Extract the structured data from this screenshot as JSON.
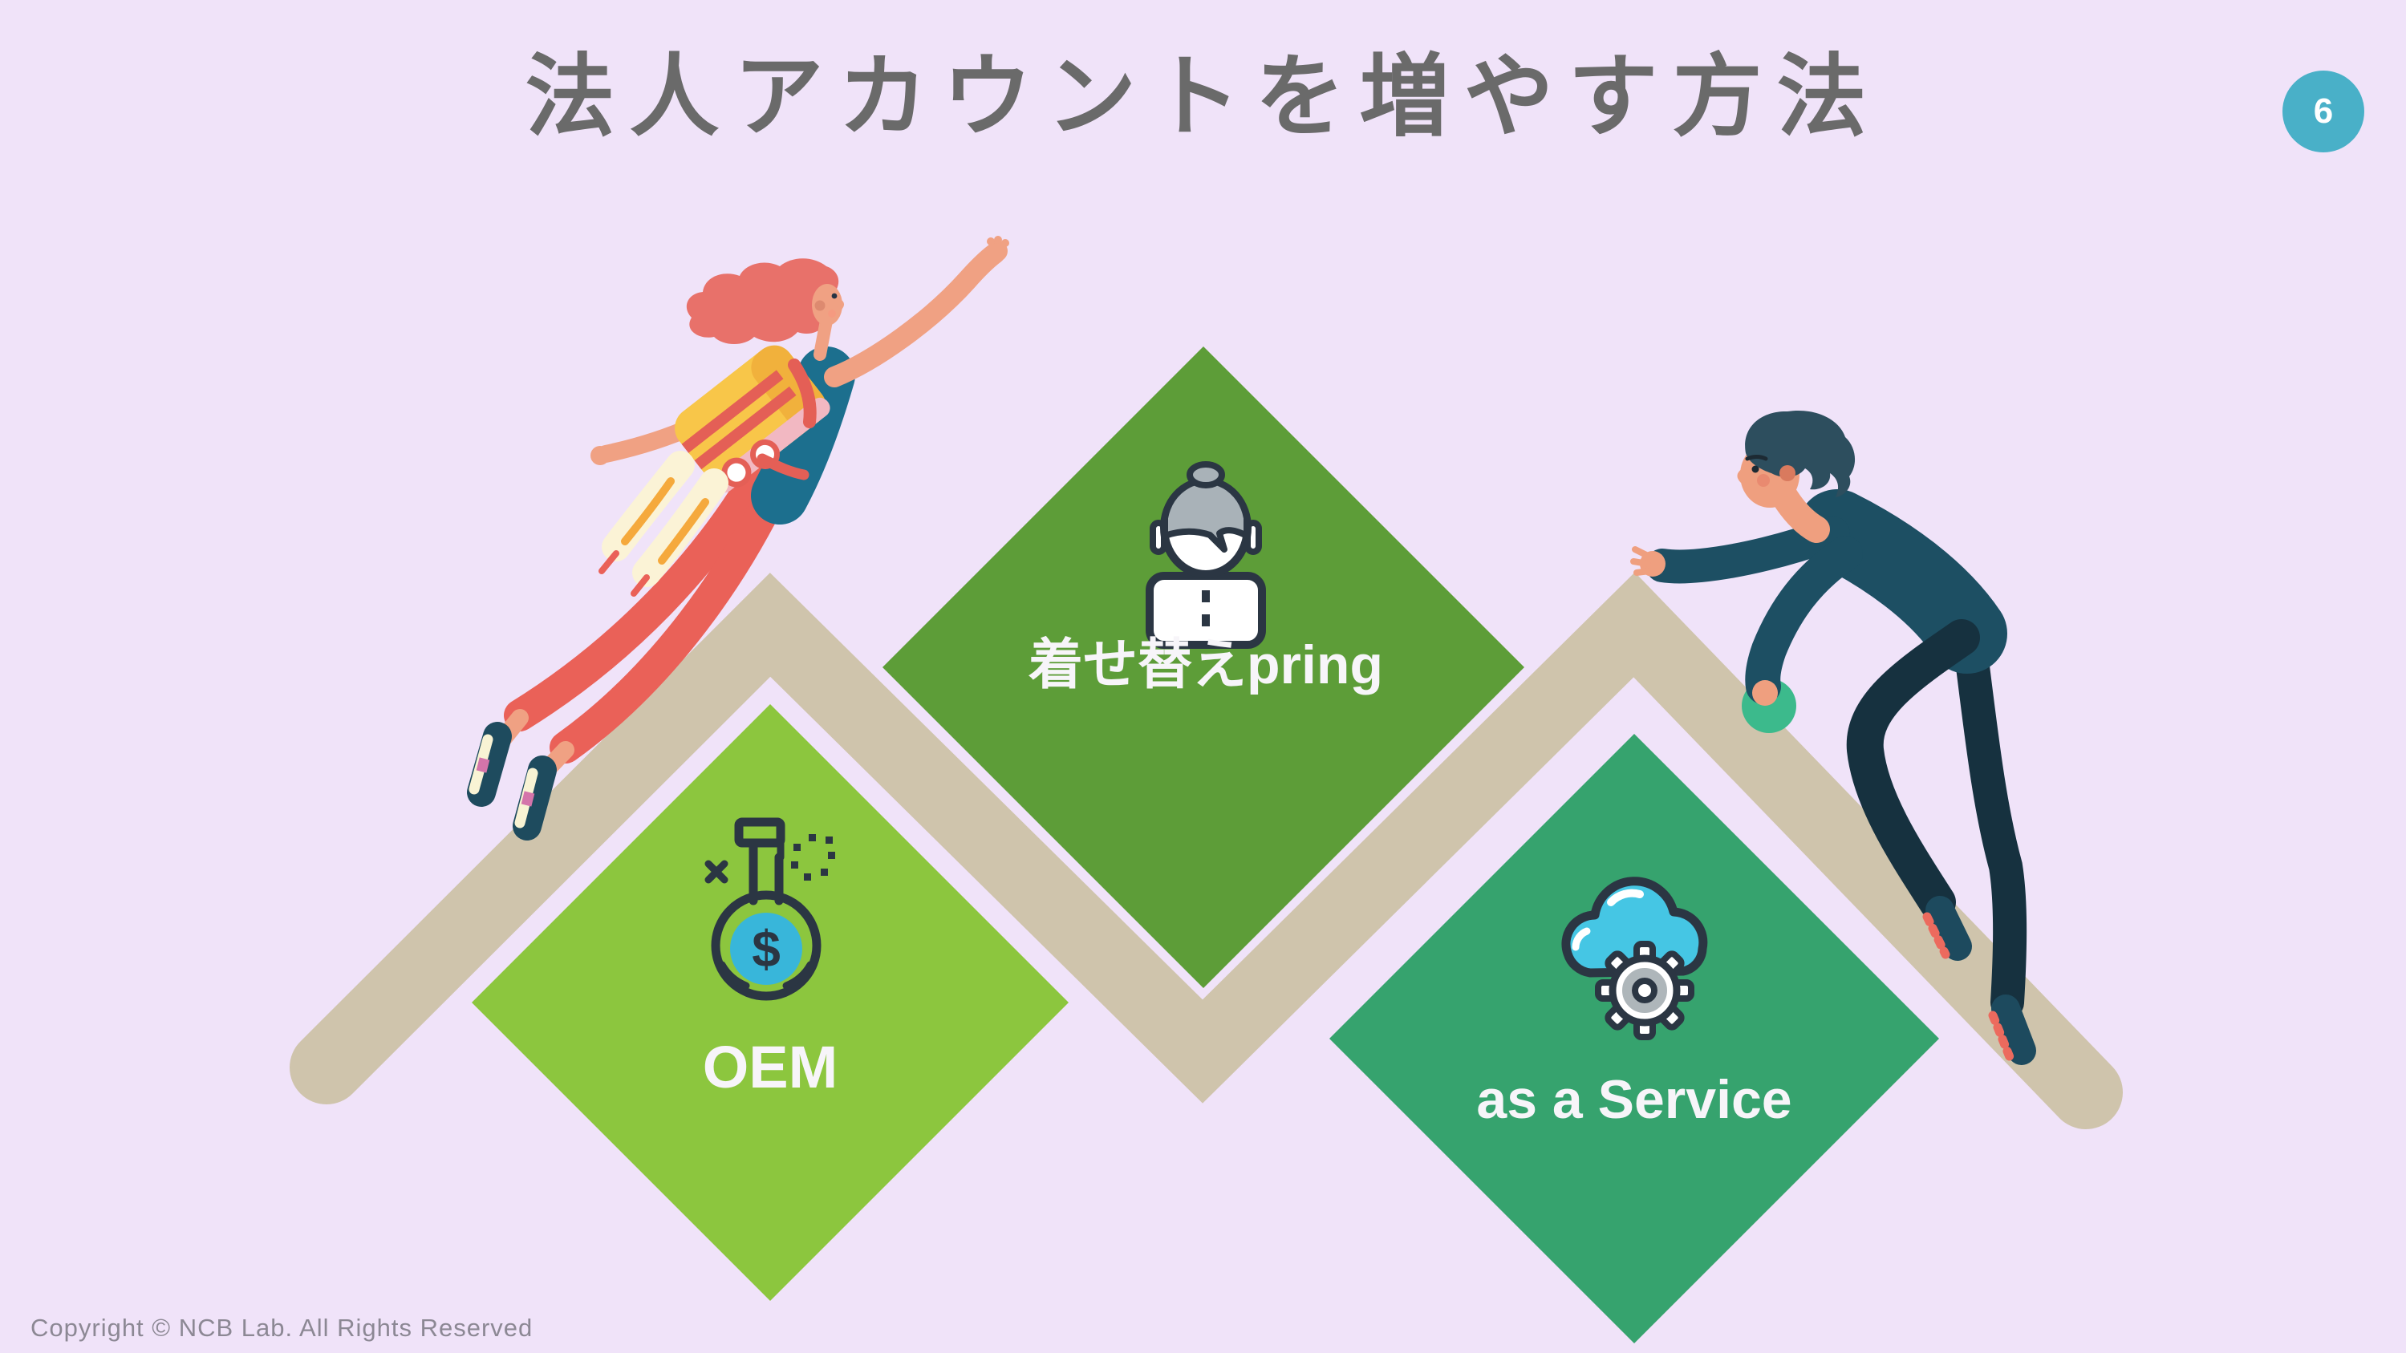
{
  "slide": {
    "title": "法人アカウントを増やす方法",
    "page_number": "6",
    "copyright": "Copyright © NCB Lab. All Rights Reserved"
  },
  "diamonds": [
    {
      "id": "kisekae-pring",
      "label": "着せ替えpring",
      "color": "#5d9d38",
      "icon": "person-avatar-icon"
    },
    {
      "id": "oem",
      "label": "OEM",
      "color": "#8cc63e",
      "icon": "dollar-flask-icon"
    },
    {
      "id": "as-a-service",
      "label": "as a Service",
      "color": "#36a36e",
      "icon": "cloud-gear-icon"
    }
  ],
  "icons": {
    "flask_dollar_symbol": "$"
  },
  "illustrations": {
    "left_character": "woman-flying-with-jetpack",
    "right_character": "man-climbing-slope"
  },
  "colors": {
    "background": "#f0e3f9",
    "title_text": "#6a6a6a",
    "page_badge": "#49b0c8",
    "path_tan": "#cfc4ac",
    "diamond_green": "#5d9d38",
    "diamond_lime": "#8cc63e",
    "diamond_teal": "#36a36e",
    "label_text": "#f7f5f9",
    "copyright_text": "#8c8894",
    "icon_outline": "#2b3643",
    "icon_coin_blue": "#38b6da",
    "icon_cloud_blue": "#45c6e4",
    "woman_hair": "#e8716a",
    "woman_pants": "#ea6158",
    "woman_top": "#1c6f8e",
    "jetpack_yellow": "#f8c649",
    "man_sweater": "#1d4f63",
    "man_pants": "#16313f",
    "climb_hold_green": "#3cba8c",
    "skin": "#f0a183"
  }
}
